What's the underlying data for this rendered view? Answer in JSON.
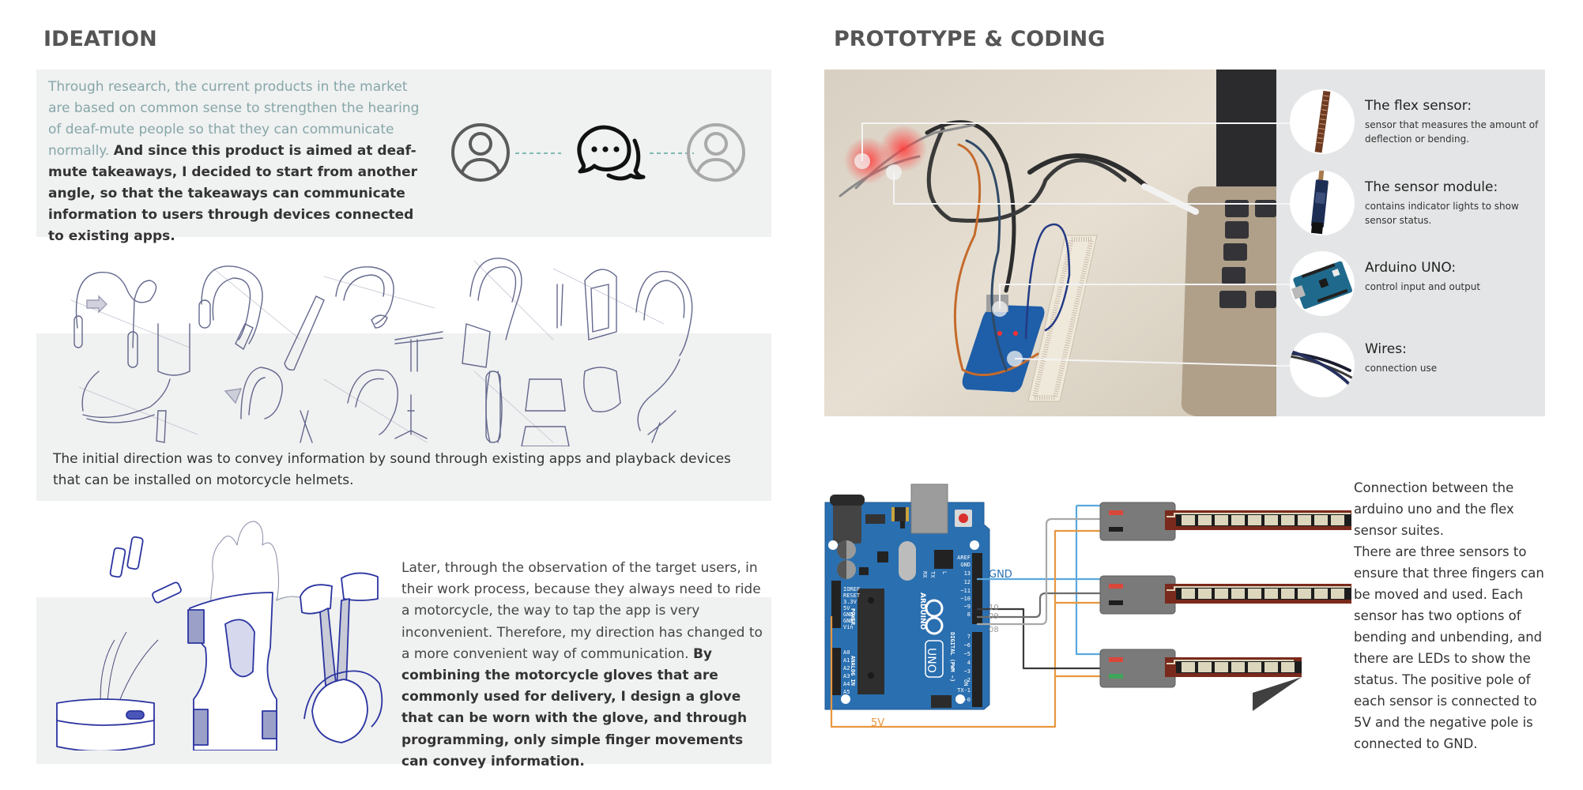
{
  "left": {
    "heading": "IDEATION",
    "intro": {
      "teal_text": "Through research, the current products in the market are based on common sense to strengthen the hearing of deaf-mute people so that they can communicate normally.",
      "bold_text": "And since this product is aimed at deaf-mute takeaways, I decided to start from another angle, so that the takeaways can communicate information to users through devices connected to existing apps."
    },
    "communication_diagram": {
      "left_icon": "user-circle-icon",
      "center_icon": "chat-bubbles-icon",
      "right_icon": "user-circle-icon",
      "connector": "dashed-line",
      "connector_color": "#5ba8a0"
    },
    "sketches": {
      "subject": "headset and earphone concept sketches",
      "caption": "The initial direction was to convey information by sound through existing apps and playback devices that can be installed on motorcycle helmets."
    },
    "gloves": {
      "subject": "glove concept sketches",
      "regular_text": "Later, through the observation of the target users, in their work process, because they always need to ride a motorcycle, the way to tap the app is very inconvenient. Therefore, my direction has changed to a more convenient way of communication.",
      "bold_text": "By combining the motorcycle gloves that are commonly used for delivery, I design a glove that can be worn with the glove, and through programming, only simple finger movements can convey information."
    }
  },
  "right": {
    "heading": "PROTOTYPE & CODING",
    "photo": {
      "subject": "prototype photo: arduino, breadboard, flex sensors and wires on a desk"
    },
    "components": [
      {
        "title": "The flex sensor:",
        "desc": "sensor that measures the amount of deflection or bending.",
        "icon": "flex-sensor-image"
      },
      {
        "title": "The sensor module:",
        "desc": "contains indicator lights to show sensor status.",
        "icon": "sensor-module-image"
      },
      {
        "title": "Arduino UNO:",
        "desc": "control input and output",
        "icon": "arduino-board-image"
      },
      {
        "title": "Wires:",
        "desc": "connection use",
        "icon": "wires-image"
      }
    ],
    "wiring": {
      "labels": {
        "gnd": "GND",
        "v5": "5V",
        "pin10": "10",
        "pin09": "09",
        "pin08": "08"
      },
      "board": {
        "brand": "ARDUINO",
        "model": "UNO",
        "power_pins": [
          "IOREF",
          "RESET",
          "3.3V",
          "5V",
          "GND",
          "GND",
          "Vin"
        ],
        "power_label": "POWER",
        "analog_pins": [
          "A0",
          "A1",
          "A2",
          "A3",
          "A4",
          "A5"
        ],
        "analog_label": "ANALOG IN",
        "digital_top_pins": [
          "AREF",
          "GND",
          "13",
          "12",
          "~11",
          "~10",
          "~9",
          "8"
        ],
        "digital_bottom_pins": [
          "7",
          "~6",
          "~5",
          "4",
          "~3",
          "2",
          "TX-1",
          "RX-0"
        ],
        "digital_label": "DIGITAL (PWM ~)",
        "led_labels": [
          "RX",
          "TX",
          "L"
        ],
        "on_label": "ON"
      },
      "colors": {
        "gnd": "#5aa7de",
        "v5": "#e8973f",
        "pin10": "#3a3a3a",
        "pin09": "#6d6d6d",
        "pin08": "#a9a9a9"
      },
      "sensor_modules": [
        {
          "led_top": "#d9473b",
          "led_bottom": "#1e1e1e"
        },
        {
          "led_top": "#d9473b",
          "led_bottom": "#1e1e1e"
        },
        {
          "led_top": "#d9473b",
          "led_bottom": "#3fa55a"
        }
      ]
    },
    "connection_text": "Connection between the arduino uno and the flex sensor suites.\nThere are  three sensors to ensure that three fingers can be moved and used. Each sensor has two options of bending and unbending, and there are LEDs to show the status. The positive pole of each sensor is connected to 5V and the negative pole is connected to GND."
  }
}
